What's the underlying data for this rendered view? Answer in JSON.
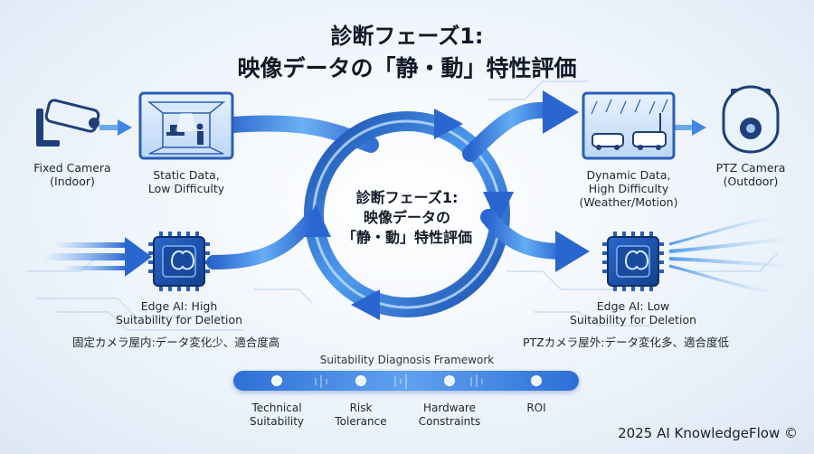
{
  "title": {
    "line1": "診断フェーズ1:",
    "line2": "映像データの「静・動」特性評価"
  },
  "center": {
    "line1": "診断フェーズ1:",
    "line2": "映像データの",
    "line3": "「静・動」特性評価"
  },
  "nodes": {
    "fixed_camera": {
      "line1": "Fixed Camera",
      "line2": "(Indoor)"
    },
    "static_data": {
      "line1": "Static Data,",
      "line2": "Low Difficulty"
    },
    "dynamic_data": {
      "line1": "Dynamic Data,",
      "line2": "High Difficulty",
      "line3": "(Weather/Motion)"
    },
    "ptz_camera": {
      "line1": "PTZ Camera",
      "line2": "(Outdoor)"
    },
    "edge_ai_high": {
      "line1": "Edge AI: High",
      "line2": "Suitability for Deletion"
    },
    "edge_ai_low": {
      "line1": "Edge AI: Low",
      "line2": "Suitability for Deletion"
    }
  },
  "notes": {
    "fixed_indoor": "固定カメラ屋内:データ変化少、適合度高",
    "ptz_outdoor": "PTZカメラ屋外:データ変化多、適合度低"
  },
  "framework": {
    "title": "Suitability Diagnosis Framework",
    "items": [
      {
        "line1": "Technical",
        "line2": "Suitability"
      },
      {
        "line1": "Risk",
        "line2": "Tolerance"
      },
      {
        "line1": "Hardware",
        "line2": "Constraints"
      },
      {
        "line1": "ROI",
        "line2": ""
      }
    ]
  },
  "copyright": "2025 AI KnowledgeFlow ©",
  "colors": {
    "primary": "#1f5fc4",
    "accent": "#4f9cf0",
    "light": "#a9cff7",
    "dark": "#0f3f8f"
  }
}
